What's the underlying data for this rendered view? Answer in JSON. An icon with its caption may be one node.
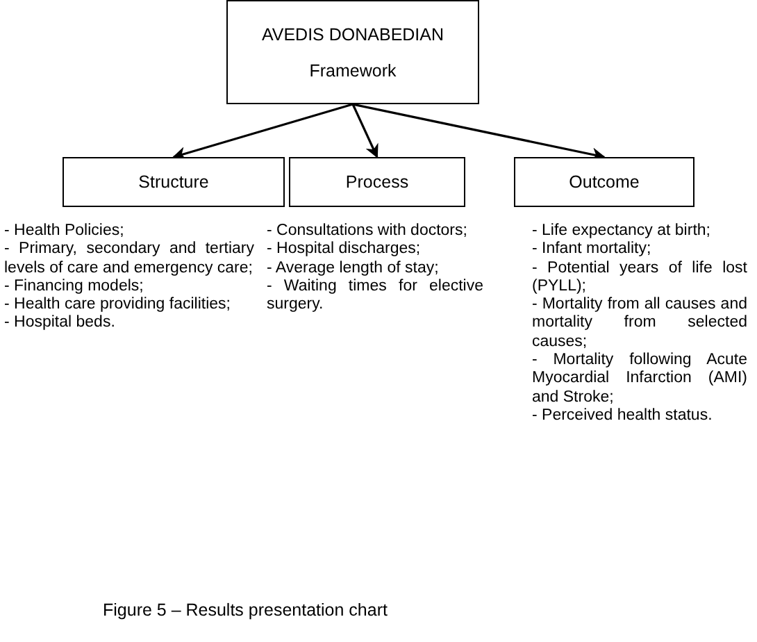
{
  "diagram": {
    "caption": "Figure 5 – Results presentation chart",
    "nodes": [
      {
        "text": [
          "AVEDIS DONABEDIAN",
          "Framework"
        ]
      },
      {
        "text": [
          "Structure"
        ],
        "beside": [
          "- Health Policies;",
          "- Primary, secondary and tertiary levels of care and emergency care;",
          "- Financing models;",
          "- Health care providing facilities;",
          "- Hospital beds."
        ]
      },
      {
        "text": [
          "Process"
        ],
        "beside": [
          "- Consultations with doctors;",
          "- Hospital discharges;",
          "- Average length of stay;",
          "- Waiting times for elective surgery."
        ]
      },
      {
        "text": [
          "Outcome"
        ],
        "beside": [
          "- Life expectancy at birth;",
          "- Infant mortality;",
          "- Potential years of life lost (PYLL);",
          "- Mortality from all causes and mortality from selected causes;",
          "- Mortality following Acute Myocardial Infarction (AMI) and Stroke;",
          "- Perceived health status."
        ]
      }
    ],
    "edges": [
      {
        "from": 0,
        "to": 1,
        "arrow": "to"
      },
      {
        "from": 0,
        "to": 2,
        "arrow": "to"
      },
      {
        "from": 0,
        "to": 3,
        "arrow": "to"
      }
    ]
  }
}
